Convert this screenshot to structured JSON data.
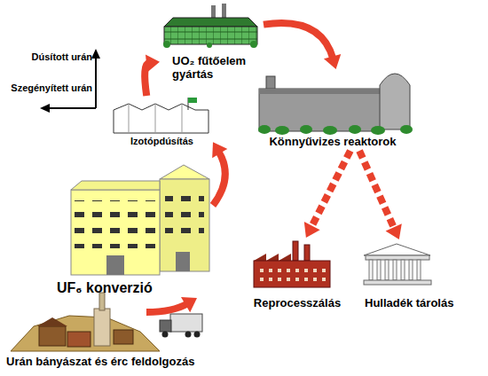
{
  "diagram": {
    "nodes": [
      {
        "text": [
          "Urán bányászat és érc feldolgozás"
        ]
      },
      {
        "text": [
          "UF₆ konverzió"
        ]
      },
      {
        "text": [
          "Izotópdúsítás"
        ]
      },
      {
        "text": [
          "UO₂ fűtőelem gyártás"
        ]
      },
      {
        "text": [
          "Könnyűvizes reaktorok"
        ]
      },
      {
        "text": [
          "Reprocesszálás"
        ]
      },
      {
        "text": [
          "Hulladék tárolás"
        ]
      }
    ],
    "edges": [
      {
        "from": 0,
        "to": 1,
        "arrow": "to"
      },
      {
        "from": 1,
        "to": 2,
        "arrow": "to"
      },
      {
        "from": 2,
        "to": 3,
        "arrow": "to"
      },
      {
        "from": 3,
        "to": 4,
        "arrow": "to"
      },
      {
        "from": 4,
        "to": 5,
        "arrow": "to"
      },
      {
        "from": 4,
        "to": 6,
        "arrow": "to"
      }
    ],
    "labels": [
      "Dúsított urán",
      "Szegényített urán"
    ]
  }
}
